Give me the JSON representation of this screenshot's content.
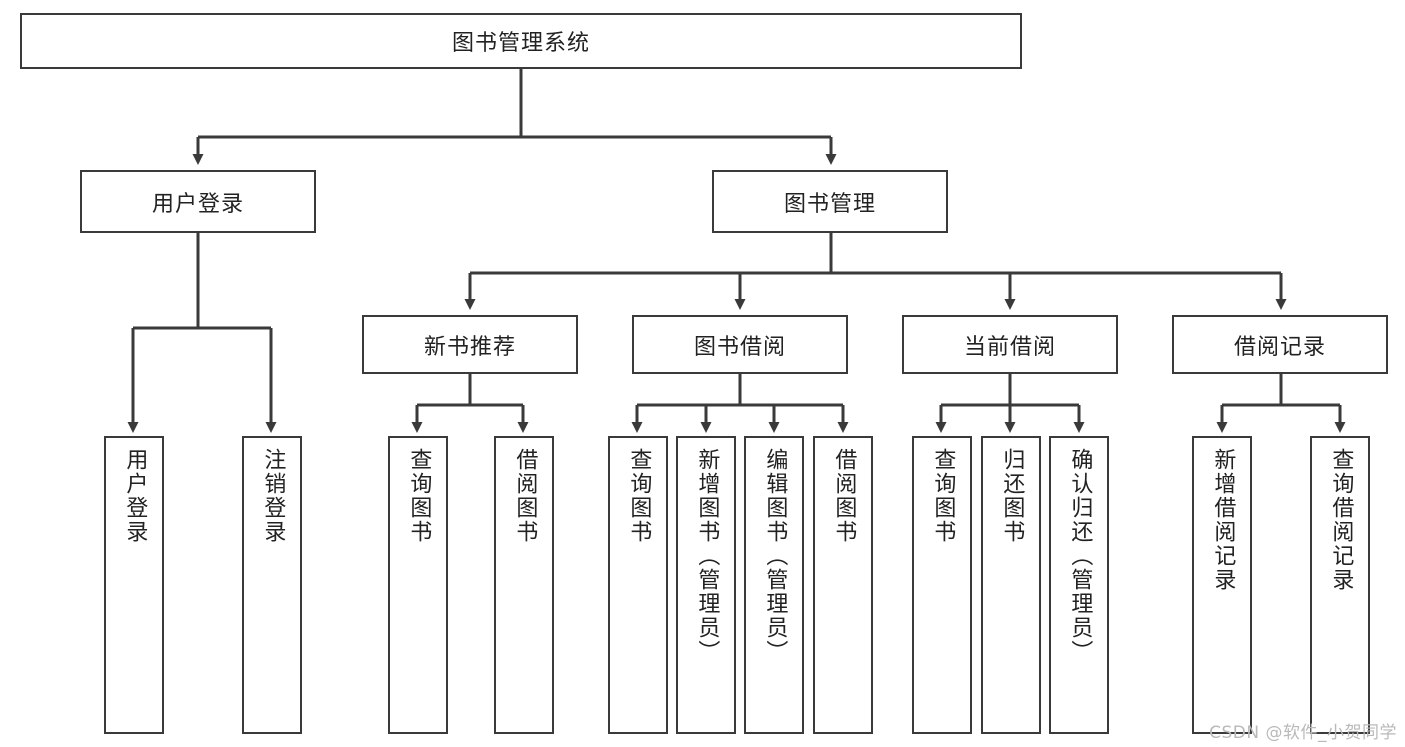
{
  "diagram": {
    "type": "tree",
    "title": "图书管理系统",
    "watermark": "CSDN @软件_小贺同学",
    "colors": {
      "box_border": "#3a3a3a",
      "box_fill": "#ffffff",
      "line": "#3a3a3a",
      "text": "#222222",
      "watermark": "#b9b9b9"
    },
    "nodes": {
      "root": {
        "label": "图书管理系统"
      },
      "level2": [
        {
          "label": "用户登录"
        },
        {
          "label": "图书管理"
        }
      ],
      "level3": [
        {
          "label": "新书推荐"
        },
        {
          "label": "图书借阅"
        },
        {
          "label": "当前借阅"
        },
        {
          "label": "借阅记录"
        }
      ],
      "leaves_user_login": [
        {
          "label": "用户登录"
        },
        {
          "label": "注销登录"
        }
      ],
      "leaves_new_books": [
        {
          "label": "查询图书"
        },
        {
          "label": "借阅图书"
        }
      ],
      "leaves_borrow": [
        {
          "label": "查询图书"
        },
        {
          "label": "新增图书（管理员）"
        },
        {
          "label": "编辑图书（管理员）"
        },
        {
          "label": "借阅图书"
        }
      ],
      "leaves_current": [
        {
          "label": "查询图书"
        },
        {
          "label": "归还图书"
        },
        {
          "label": "确认归还（管理员）"
        }
      ],
      "leaves_records": [
        {
          "label": "新增借阅记录"
        },
        {
          "label": "查询借阅记录"
        }
      ]
    }
  }
}
